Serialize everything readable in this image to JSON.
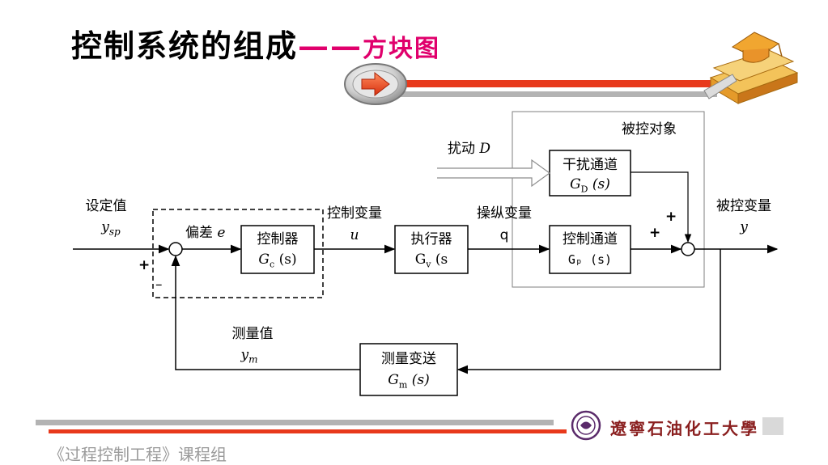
{
  "title": {
    "main": "控制系统的组成",
    "separator": "——",
    "sub": "方块图"
  },
  "diagram": {
    "object_group_label": "被控对象",
    "disturbance_label": "扰动",
    "disturbance_symbol": "D",
    "setpoint_label": "设定值",
    "setpoint_symbol": "y",
    "setpoint_sub": "sp",
    "error_label": "偏差",
    "error_symbol": "e",
    "control_var_label": "控制变量",
    "control_var_symbol": "u",
    "manip_var_label": "操纵变量",
    "manip_var_symbol": "q",
    "controlled_var_label": "被控变量",
    "controlled_var_symbol": "y",
    "measured_label": "测量值",
    "measured_symbol": "y",
    "measured_sub": "m",
    "plus_sign": "+",
    "minus_sign": "–",
    "blocks": {
      "controller": {
        "name": "控制器",
        "tf_base": "G",
        "tf_sub": "c",
        "tf_arg": "(s)"
      },
      "actuator": {
        "name": "执行器",
        "tf_base": "G",
        "tf_sub": "v",
        "tf_arg": "(s"
      },
      "control_channel": {
        "name": "控制通道",
        "tf_text": "Gₚ (s)"
      },
      "disturbance_channel": {
        "name": "干扰通道",
        "tf_base": "G",
        "tf_sub": "D",
        "tf_arg": "(s)"
      },
      "measurement": {
        "name": "测量变送",
        "tf_base": "G",
        "tf_sub": "m",
        "tf_arg": "(s)"
      }
    }
  },
  "footer": {
    "course": "《过程控制工程》课程组",
    "university": "遼寧石油化工大學"
  },
  "icons": [
    "arrow-button-icon",
    "books-graduation-cap-icon",
    "university-seal-icon"
  ],
  "colors": {
    "accent": "#e0006c",
    "bar_red": "#e8391b",
    "bar_gray": "#b3b3b3",
    "university_text": "#8a1f1f"
  }
}
